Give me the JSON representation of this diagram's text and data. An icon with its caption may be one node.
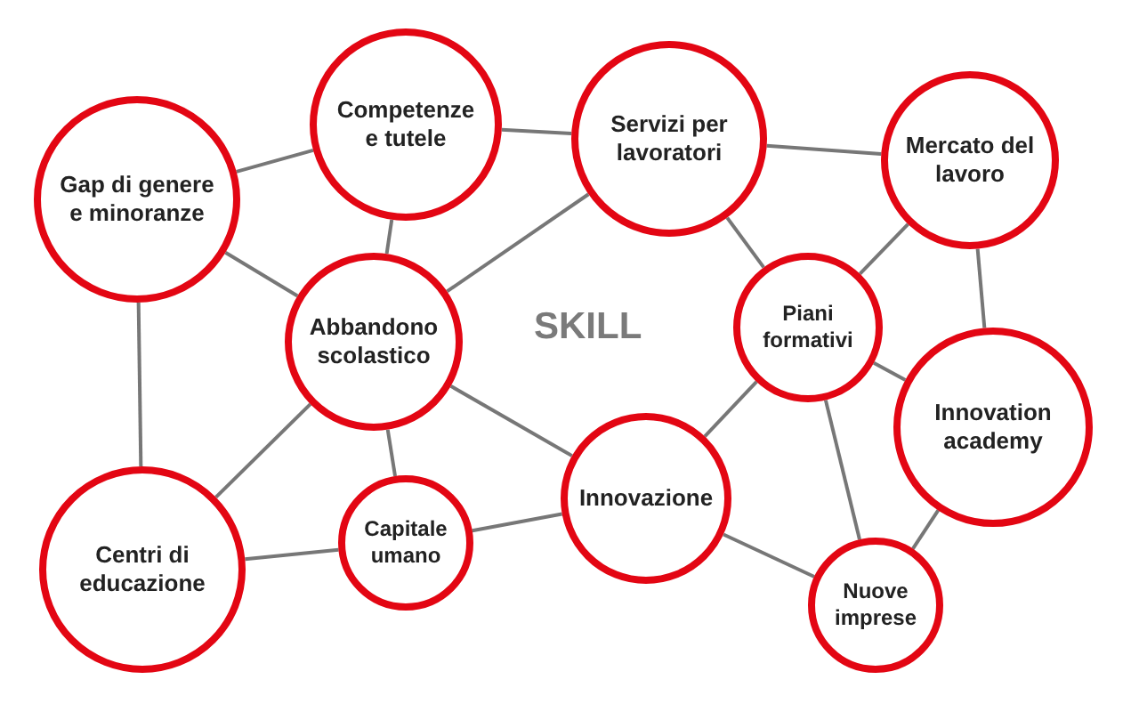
{
  "diagram": {
    "nodes": [
      {
        "text": [
          "Gap di genere e minoranze"
        ]
      },
      {
        "text": [
          "Competenze e tutele"
        ]
      },
      {
        "text": [
          "Servizi per lavoratori"
        ]
      },
      {
        "text": [
          "Mercato del lavoro"
        ]
      },
      {
        "text": [
          "Abbandono scolastico"
        ]
      },
      {
        "text": [
          "Piani formativi"
        ]
      },
      {
        "text": [
          "Innovation academy"
        ]
      },
      {
        "text": [
          "Centri di educazione"
        ]
      },
      {
        "text": [
          "Capitale umano"
        ]
      },
      {
        "text": [
          "Innovazione"
        ]
      },
      {
        "text": [
          "Nuove imprese"
        ]
      }
    ],
    "edges": [
      {
        "from": 0,
        "to": 1,
        "arrow": "none"
      },
      {
        "from": 1,
        "to": 2,
        "arrow": "none"
      },
      {
        "from": 2,
        "to": 3,
        "arrow": "none"
      },
      {
        "from": 0,
        "to": 4,
        "arrow": "none"
      },
      {
        "from": 0,
        "to": 7,
        "arrow": "none"
      },
      {
        "from": 1,
        "to": 4,
        "arrow": "none"
      },
      {
        "from": 2,
        "to": 4,
        "arrow": "none"
      },
      {
        "from": 2,
        "to": 5,
        "arrow": "none"
      },
      {
        "from": 3,
        "to": 5,
        "arrow": "none"
      },
      {
        "from": 3,
        "to": 6,
        "arrow": "none"
      },
      {
        "from": 5,
        "to": 6,
        "arrow": "none"
      },
      {
        "from": 5,
        "to": 9,
        "arrow": "none"
      },
      {
        "from": 5,
        "to": 10,
        "arrow": "none"
      },
      {
        "from": 4,
        "to": 7,
        "arrow": "none"
      },
      {
        "from": 4,
        "to": 8,
        "arrow": "none"
      },
      {
        "from": 4,
        "to": 9,
        "arrow": "none"
      },
      {
        "from": 8,
        "to": 7,
        "arrow": "none"
      },
      {
        "from": 8,
        "to": 9,
        "arrow": "none"
      },
      {
        "from": 9,
        "to": 10,
        "arrow": "none"
      },
      {
        "from": 6,
        "to": 10,
        "arrow": "none"
      }
    ],
    "labels": [
      "SKILL"
    ]
  }
}
